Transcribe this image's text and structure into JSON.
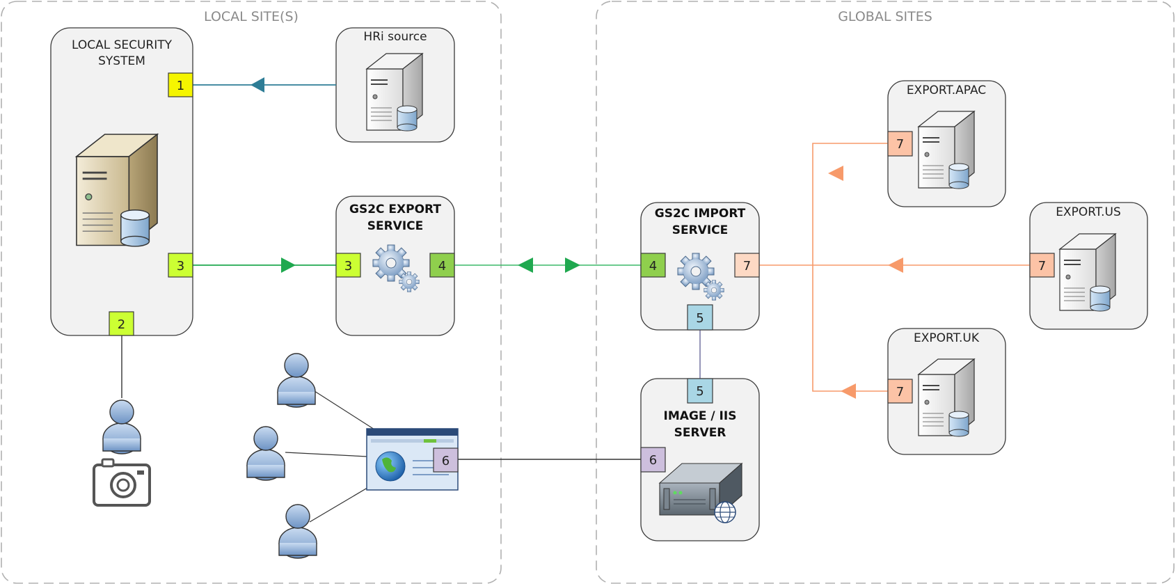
{
  "zones": {
    "local": {
      "label": "LOCAL SITE(S)"
    },
    "global": {
      "label": "GLOBAL SITES"
    }
  },
  "nodes": {
    "local_security": {
      "label_line1": "LOCAL SECURITY",
      "label_line2": "SYSTEM"
    },
    "hri_source": {
      "label": "HRi source"
    },
    "export_service": {
      "label_line1": "GS2C EXPORT",
      "label_line2": "SERVICE"
    },
    "import_service": {
      "label_line1": "GS2C IMPORT",
      "label_line2": "SERVICE"
    },
    "image_server": {
      "label_line1": "IMAGE / IIS",
      "label_line2": "SERVER"
    },
    "export_apac": {
      "label": "EXPORT.APAC"
    },
    "export_us": {
      "label": "EXPORT.US"
    },
    "export_uk": {
      "label": "EXPORT.UK"
    }
  },
  "badges": {
    "b1": "1",
    "b2": "2",
    "b3a": "3",
    "b3b": "3",
    "b4a": "4",
    "b4b": "4",
    "b5a": "5",
    "b5b": "5",
    "b6a": "6",
    "b6b": "6",
    "b7_import": "7",
    "b7_apac": "7",
    "b7_us": "7",
    "b7_uk": "7"
  },
  "colors": {
    "line_hri": "#2e7d96",
    "line_local_export": "#1fa84f",
    "line_export_import": "#3cb868",
    "line_global": "#f79a6a",
    "line_image": "#6a6a9a",
    "badge_1": "#f5f500",
    "badge_2_3": "#ccff33",
    "badge_4": "#8fcf4d",
    "badge_5": "#a9d6e5",
    "badge_6": "#cdbfdd",
    "badge_7_import": "#fdd9c4",
    "badge_7": "#fcc3a6"
  },
  "icons": [
    "server-db-icon",
    "gears-icon",
    "user-icon",
    "camera-icon",
    "web-browser-icon",
    "rack-server-icon",
    "globe-icon"
  ]
}
